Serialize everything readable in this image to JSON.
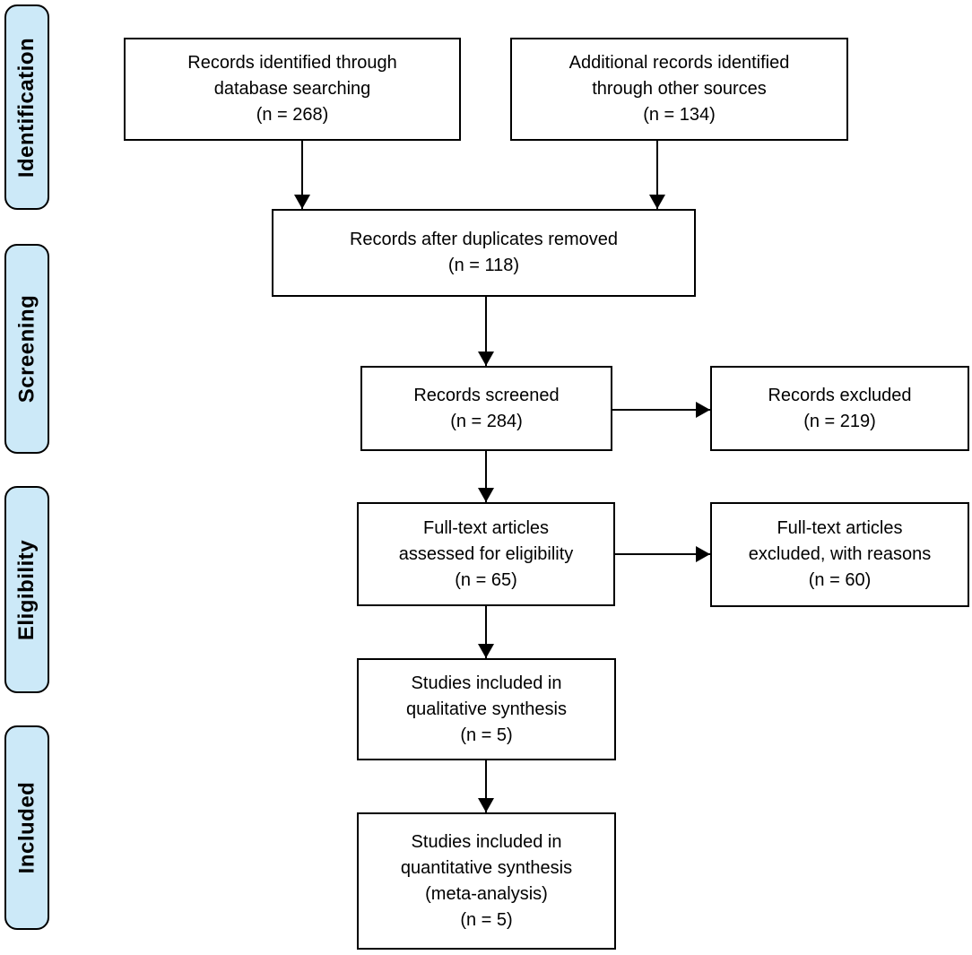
{
  "diagram_type": "prisma-flow",
  "colors": {
    "background": "#ffffff",
    "stage_fill": "#cce9f8",
    "stage_border": "#000000",
    "box_fill": "#ffffff",
    "box_border": "#000000",
    "text": "#000000",
    "arrow": "#000000"
  },
  "stages": [
    {
      "label": "Identification"
    },
    {
      "label": "Screening"
    },
    {
      "label": "Eligibility"
    },
    {
      "label": "Included"
    }
  ],
  "boxes": {
    "records_identified": {
      "text": "Records identified through\ndatabase searching\n(n = 268)",
      "n": 268
    },
    "additional_records": {
      "text": "Additional records identified\nthrough other sources\n(n = 134)",
      "n": 134
    },
    "duplicates_removed": {
      "text": "Records after duplicates removed\n(n = 118)",
      "n": 118
    },
    "records_screened": {
      "text": "Records screened\n(n = 284)",
      "n": 284
    },
    "records_excluded": {
      "text": "Records excluded\n(n = 219)",
      "n": 219
    },
    "fulltext_assessed": {
      "text": "Full-text articles\nassessed for eligibility\n(n = 65)",
      "n": 65
    },
    "fulltext_excluded": {
      "text": "Full-text articles\nexcluded, with reasons\n(n = 60)",
      "n": 60
    },
    "qualitative_synthesis": {
      "text": "Studies included in\nqualitative synthesis\n(n = 5)",
      "n": 5
    },
    "quantitative_synthesis": {
      "text": "Studies included in\nquantitative synthesis\n(meta-analysis)\n(n = 5)",
      "n": 5
    }
  }
}
